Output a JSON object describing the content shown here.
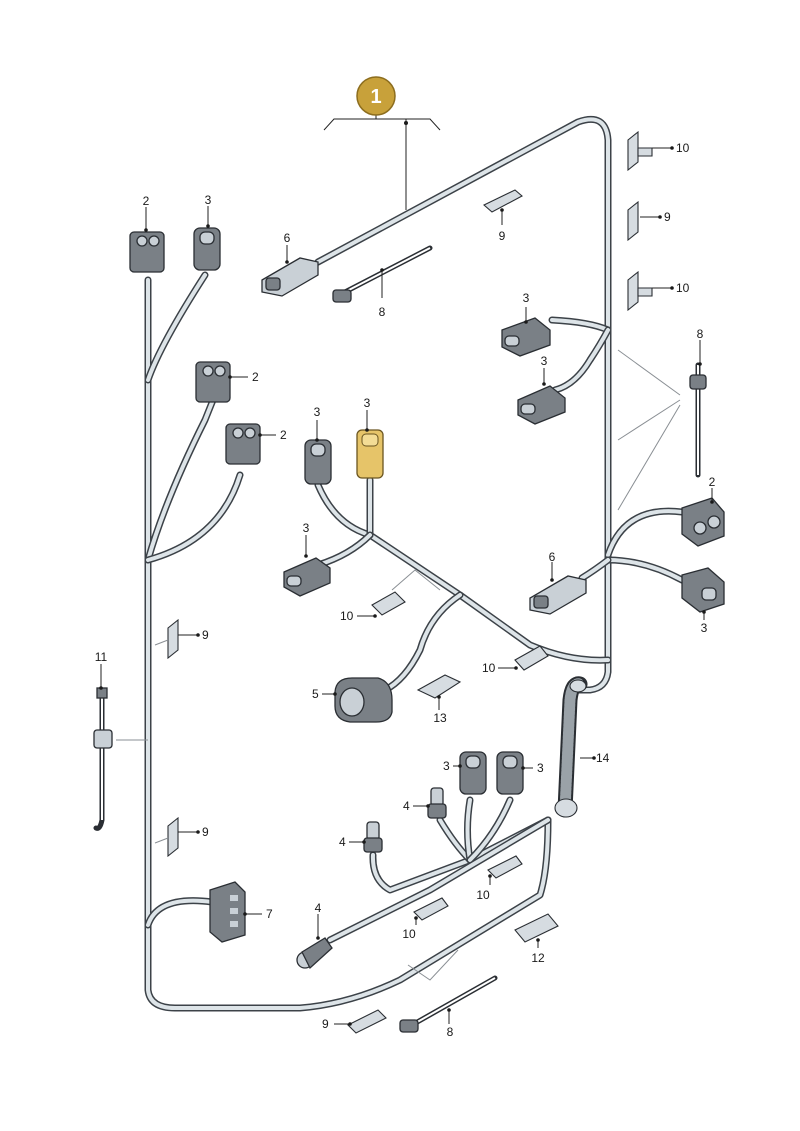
{
  "diagram": {
    "main_badge": "1",
    "colors": {
      "badge_fill": "#c8a13a",
      "badge_stroke": "#8c6d1e",
      "highlight": "#e6c469",
      "wire_outline": "#3c4248",
      "wire_fill": "#dde4e8"
    },
    "labels": {
      "l2a": "2",
      "l3a": "3",
      "l6a": "6",
      "l8a": "8",
      "l9a": "9",
      "l10a": "10",
      "l9b": "9",
      "l10b": "10",
      "l3b": "3",
      "l3c": "3",
      "l8b": "8",
      "l2b": "2",
      "l2c": "2",
      "l3d": "3",
      "l3e": "3",
      "l3f": "3",
      "l2d": "2",
      "l6b": "6",
      "l3g": "3",
      "l10c": "10",
      "l9c": "9",
      "l10d": "10",
      "l11": "11",
      "l5": "5",
      "l13": "13",
      "l14": "14",
      "l3h": "3",
      "l3i": "3",
      "l4a": "4",
      "l4b": "4",
      "l9d": "9",
      "l10e": "10",
      "l7": "7",
      "l4c": "4",
      "l10f": "10",
      "l12": "12",
      "l9e": "9",
      "l8c": "8"
    }
  }
}
